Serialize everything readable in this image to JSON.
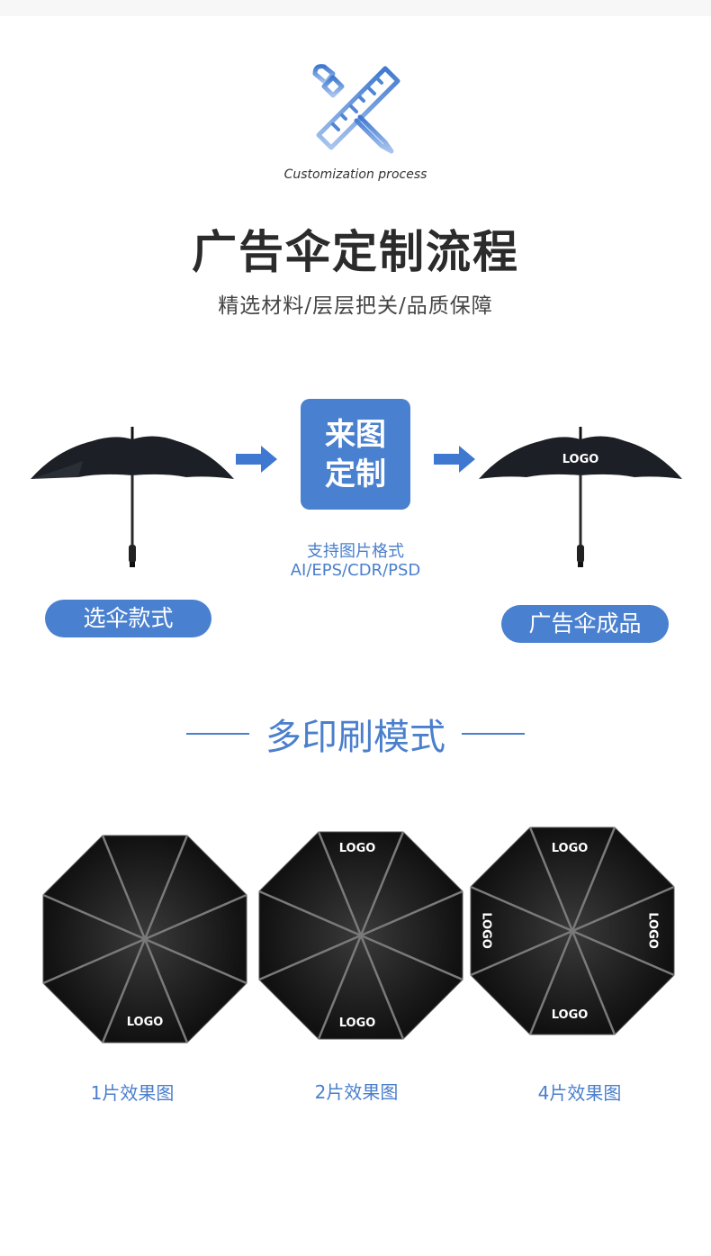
{
  "header": {
    "icon": "ruler-pencil-icon",
    "subtitle_en": "Customization process",
    "title": "广告伞定制流程",
    "tagline": "精选材料/层层把关/品质保障"
  },
  "process": {
    "steps": [
      {
        "label": "选伞款式",
        "image": "black-umbrella"
      },
      {
        "label": "来图定制",
        "line1": "来图",
        "line2": "定制"
      },
      {
        "label": "广告伞成品",
        "image": "black-umbrella-with-logo",
        "logo_text": "LOGO"
      }
    ],
    "formats_title": "支持图片格式",
    "formats": "AI/EPS/CDR/PSD",
    "arrow_icon": "arrow-right-icon"
  },
  "print_modes": {
    "title": "多印刷模式",
    "items": [
      {
        "caption": "1片效果图",
        "logos": [
          "LOGO"
        ]
      },
      {
        "caption": "2片效果图",
        "logos": [
          "LOGO",
          "LOGO"
        ]
      },
      {
        "caption": "4片效果图",
        "logos": [
          "LOGO",
          "LOGO",
          "LOGO",
          "LOGO"
        ]
      }
    ]
  },
  "colors": {
    "accent": "#4a80d0",
    "text_dark": "#2b2b2b",
    "text_blue": "#4a7fcc"
  }
}
